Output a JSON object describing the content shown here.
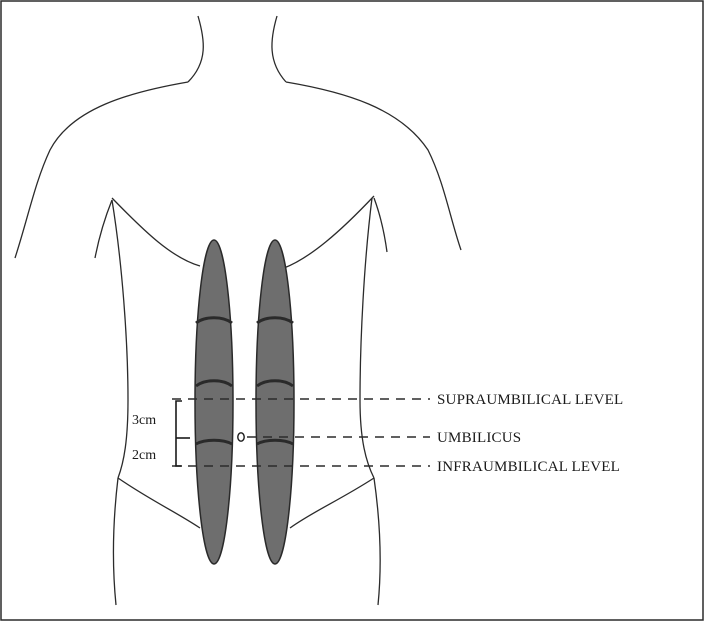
{
  "figure": {
    "labels": {
      "supraumbilical": "SUPRAUMBILICAL LEVEL",
      "umbilicus": "UMBILICUS",
      "infraumbilical": "INFRAUMBILICAL LEVEL",
      "dimension_upper": "3cm",
      "dimension_lower": "2cm"
    },
    "colors": {
      "outline": "#2b2b2b",
      "muscle_fill": "#6e6e6e",
      "muscle_edge": "#2a2a2a",
      "background": "#ffffff"
    }
  }
}
